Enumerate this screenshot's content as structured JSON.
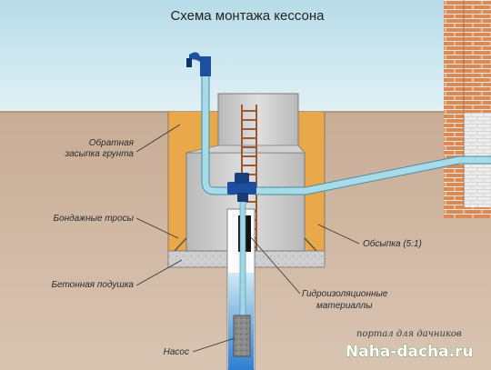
{
  "title": "Схема монтажа кессона",
  "labels": {
    "backfill_line1": "Обратная",
    "backfill_line2": "засыпка грунта",
    "bandage_cables": "Бондажные тросы",
    "concrete_pad": "Бетонная подушка",
    "pump": "Насос",
    "sprinkle": "Обсыпка (5:1)",
    "waterproofing_line1": "Гидроизоляционные",
    "waterproofing_line2": "материаллы"
  },
  "watermark": {
    "line1": "портал для дачников",
    "line2": "Naha-dacha.ru"
  },
  "colors": {
    "sky": "#bfe1ea",
    "soil": "#c8ad96",
    "sand": "#e8a94a",
    "concrete": "#c9c9c9",
    "water_pipe": "#9fd6e4",
    "valve": "#1c4fa0",
    "brick": "#d88a55",
    "ladder": "#9a5a30"
  }
}
